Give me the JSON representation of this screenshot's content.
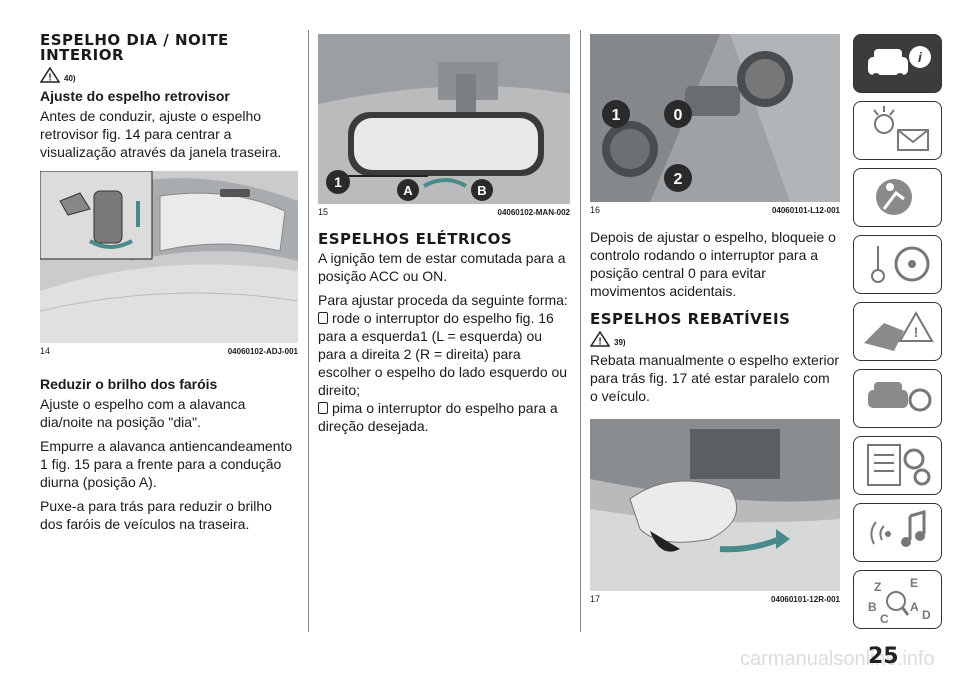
{
  "col1": {
    "title": "ESPELHO DIA / NOITE INTERIOR",
    "note_ref": "40)",
    "sub1": "Ajuste do espelho retrovisor",
    "p1": "Antes de conduzir, ajuste o espelho retrovisor fig. 14 para centrar a visualização através da janela traseira.",
    "fig_num": "14",
    "fig_code": "04060102-ADJ-001",
    "sub2": "Reduzir o brilho dos faróis",
    "p2": "Ajuste o espelho com a alavanca dia/noite na posição \"dia\".",
    "p3": "Empurre a alavanca antiencandeamento 1 fig. 15 para a frente para a condução diurna (posição A).",
    "p4": "Puxe-a para trás para reduzir o brilho dos faróis de veículos na traseira."
  },
  "col2": {
    "fig_num": "15",
    "fig_code": "04060102-MAN-002",
    "fig_labels": {
      "one": "1",
      "a": "A",
      "b": "B"
    },
    "title": "ESPELHOS ELÉTRICOS",
    "p1": "A ignição tem de estar comutada para a posição ACC ou ON.",
    "p2": "Para ajustar proceda da seguinte forma:",
    "item1": "rode o interruptor do espelho fig. 16 para a esquerda1 (L = esquerda) ou para a direita 2 (R = direita) para escolher o espelho do lado esquerdo ou direito;",
    "item2": "pima o interruptor do espelho para a direção desejada."
  },
  "col3": {
    "fig_num": "16",
    "fig_code": "04060101-L12-001",
    "fig_labels": {
      "one": "1",
      "zero": "0",
      "two": "2"
    },
    "p1": "Depois de ajustar o espelho, bloqueie o controlo rodando o interruptor para a posição central 0 para evitar movimentos acidentais.",
    "title": "ESPELHOS REBATÍVEIS",
    "note_ref": "39)",
    "p2": "Rebata manualmente o espelho exterior para trás fig. 17 até estar paralelo com o veículo.",
    "fig2_num": "17",
    "fig2_code": "04060101-12R-001"
  },
  "page_number": "25",
  "watermark": "carmanualsonline.info",
  "tabs": [
    "car-info-icon",
    "warning-lights-icon",
    "safety-icon",
    "starting-driving-icon",
    "emergency-icon",
    "service-icon",
    "technical-data-icon",
    "multimedia-icon",
    "index-icon"
  ],
  "colors": {
    "tab_active": "#3c3c3c",
    "callout_dark": "#2a2a2a",
    "arrow_teal": "#4a8a8a",
    "figure_gray": "#cfcfcf"
  }
}
